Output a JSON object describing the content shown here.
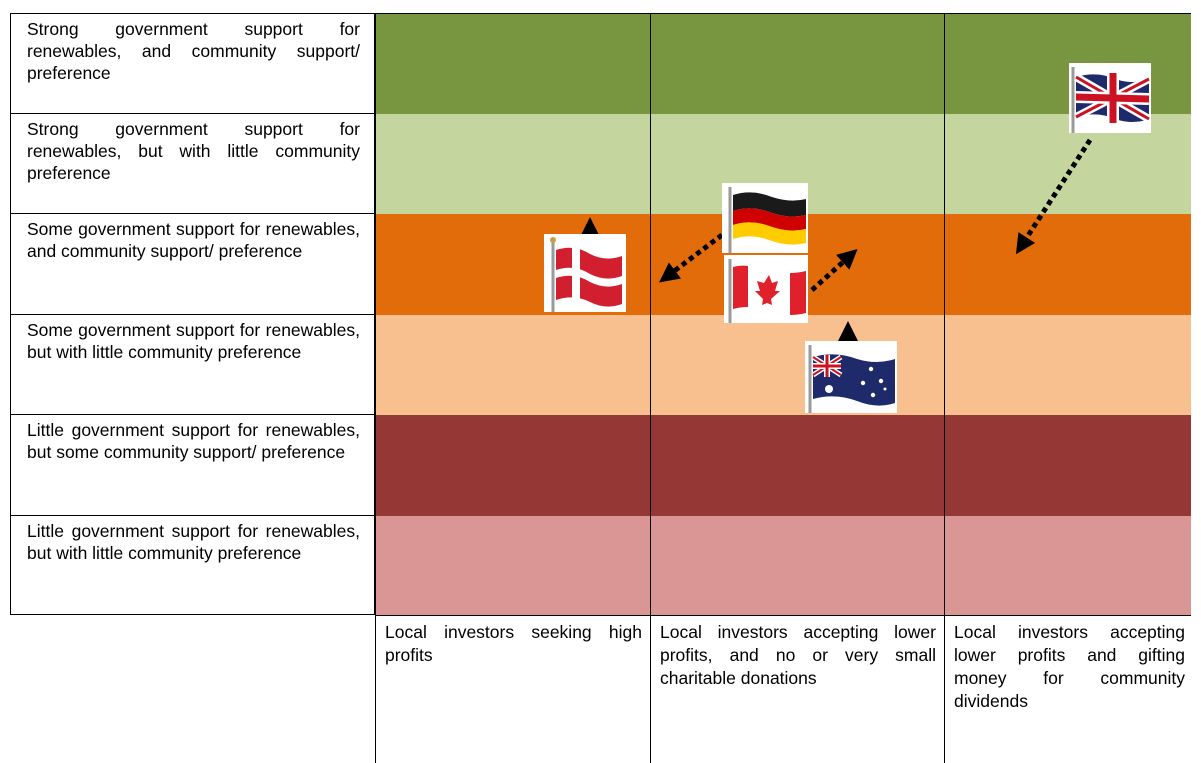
{
  "rows": [
    {
      "label": "Strong government support for renewables, and community support/ preference",
      "color": "#78963f"
    },
    {
      "label": "Strong government support for renewables, but with little community preference",
      "color": "#c4d69e"
    },
    {
      "label": "Some government support for renewables, and community support/ preference",
      "color": "#e26b0a"
    },
    {
      "label": "Some government support for renewables, but with little community preference",
      "color": "#f8c08e"
    },
    {
      "label": "Little government support for renewables, but some community support/ preference",
      "color": "#953735"
    },
    {
      "label": "Little government support for renewables, but with little community preference",
      "color": "#da9694"
    }
  ],
  "columns": [
    {
      "label": "Local investors seeking high profits"
    },
    {
      "label": "Local investors accepting lower profits, and no or very small charitable donations"
    },
    {
      "label": "Local investors accepting lower profits and gifting money for community dividends"
    }
  ],
  "flags": [
    {
      "name": "Denmark",
      "icon": "denmark-flag-icon"
    },
    {
      "name": "Germany",
      "icon": "germany-flag-icon"
    },
    {
      "name": "Canada",
      "icon": "canada-flag-icon"
    },
    {
      "name": "Australia",
      "icon": "australia-flag-icon"
    },
    {
      "name": "United Kingdom",
      "icon": "uk-flag-icon"
    }
  ]
}
